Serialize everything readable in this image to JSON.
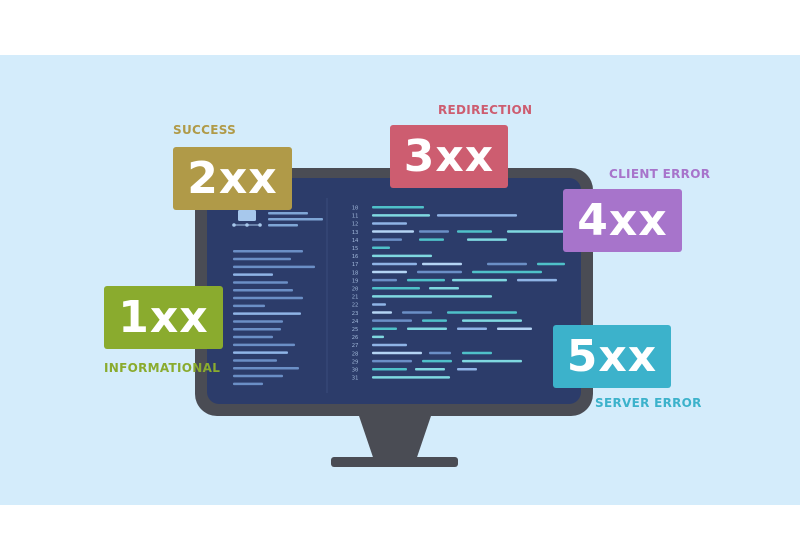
{
  "status_codes": {
    "informational": {
      "code": "1xx",
      "label": "INFORMATIONAL",
      "color": "#8aab2e"
    },
    "success": {
      "code": "2xx",
      "label": "SUCCESS",
      "color": "#b09a48"
    },
    "redirection": {
      "code": "3xx",
      "label": "REDIRECTION",
      "color": "#cd5d70"
    },
    "client_error": {
      "code": "4xx",
      "label": "CLIENT ERROR",
      "color": "#a774cb"
    },
    "server_error": {
      "code": "5xx",
      "label": "SERVER ERROR",
      "color": "#3cb2cb"
    }
  },
  "screen": {
    "line_numbers": [
      "10",
      "11",
      "12",
      "13",
      "14",
      "15",
      "16",
      "17",
      "18",
      "19",
      "20",
      "21",
      "22",
      "23",
      "24",
      "25",
      "26",
      "27",
      "28",
      "29",
      "30",
      "31"
    ]
  },
  "colors": {
    "background": "#d4ecfb",
    "monitor": "#4a4c54",
    "screen": "#2c3c6a"
  }
}
